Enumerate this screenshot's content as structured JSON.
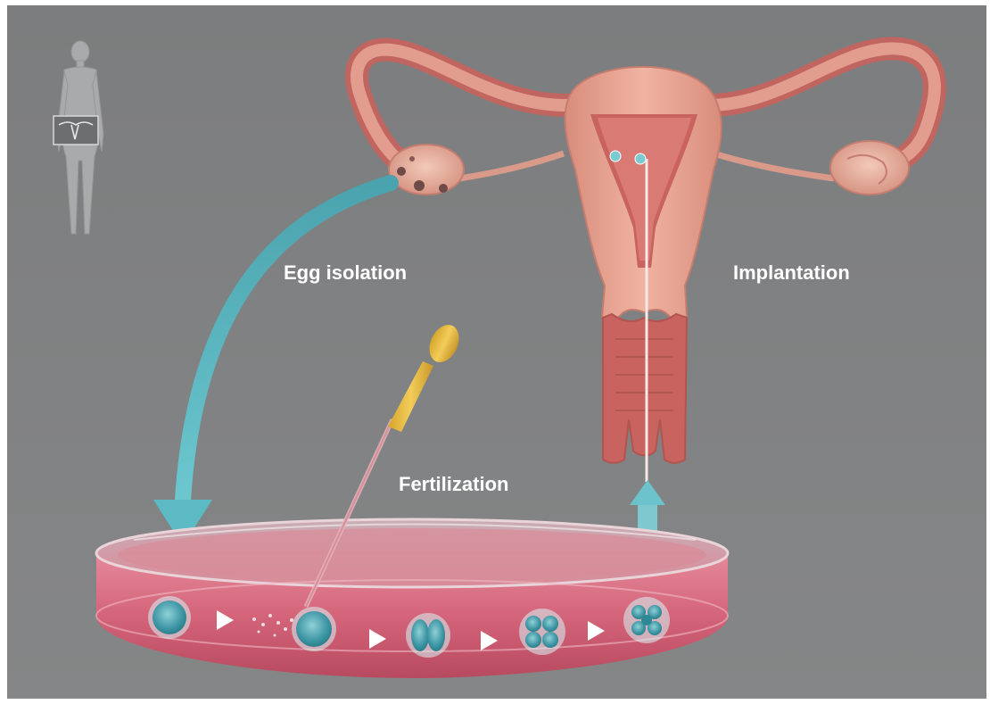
{
  "labels": {
    "egg_isolation": "Egg isolation",
    "implantation": "Implantation",
    "fertilization": "Fertilization"
  },
  "colors": {
    "background": "#7f8081",
    "arrow": "#5ab8c2",
    "uterus_outer": "#e6a08f",
    "uterus_inner": "#c8635f",
    "dish_fluid": "#d96e83",
    "pipette_bulb": "#e8c043",
    "cell": "#4fa8b5",
    "text": "#ffffff"
  },
  "stages": [
    {
      "name": "zygote",
      "cells": 1
    },
    {
      "name": "fertilized-egg",
      "cells": 1
    },
    {
      "name": "two-cell-embryo",
      "cells": 2
    },
    {
      "name": "four-cell-embryo",
      "cells": 4
    },
    {
      "name": "eight-cell-embryo",
      "cells": 8
    }
  ]
}
